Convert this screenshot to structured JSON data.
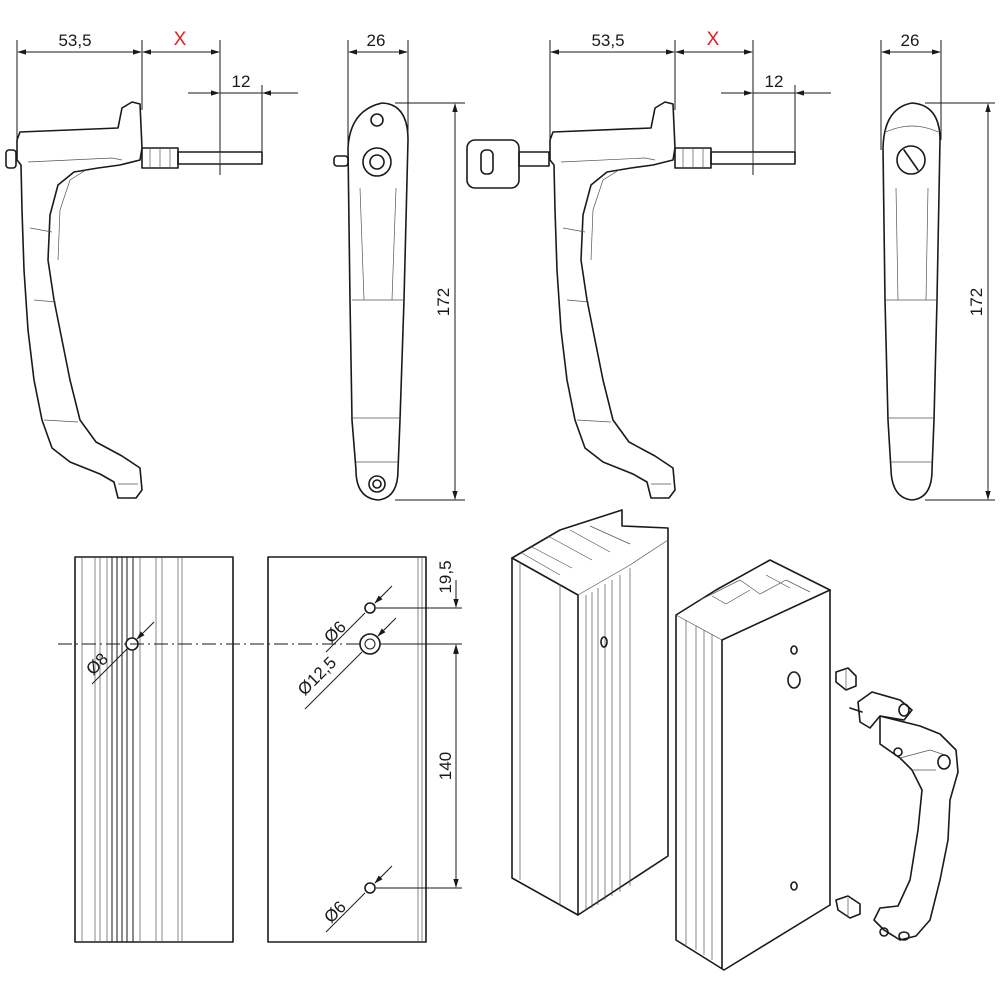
{
  "dimensions": {
    "handle_depth": "53,5",
    "spindle_variable": "X",
    "spindle_square": "12",
    "handle_width": "26",
    "handle_height": "172",
    "hole_spacing_top": "19,5",
    "hole_spacing_main": "140",
    "hole_small_dia": "Ø6",
    "hole_large_dia": "Ø12,5",
    "hole_bottom_dia": "Ø6",
    "profile_hole_dia": "Ø8"
  },
  "colors": {
    "line": "#1a1a1a",
    "highlight": "#e02020",
    "background": "#ffffff"
  }
}
